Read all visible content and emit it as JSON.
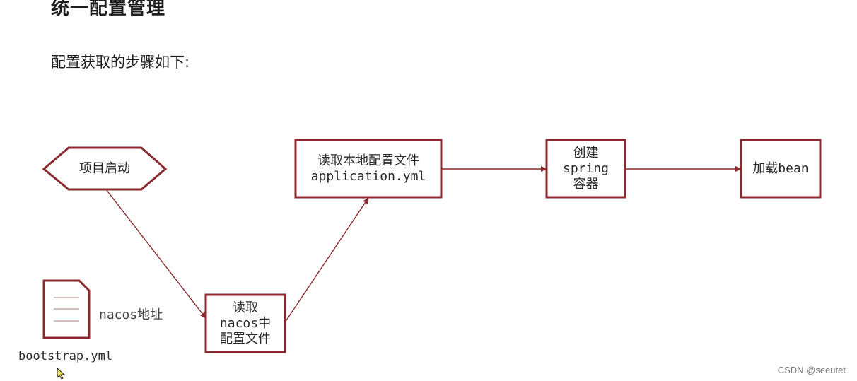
{
  "page": {
    "title": "统一配置管理",
    "subtitle": "配置获取的步骤如下:",
    "watermark": "CSDN @seeutet"
  },
  "colors": {
    "accent": "#8b2a2e",
    "text": "#2a2a2a"
  },
  "nodes": {
    "start": {
      "shape": "hexagon",
      "lines": [
        "项目启动"
      ]
    },
    "read_nacos": {
      "shape": "rect",
      "lines": [
        "读取",
        "nacos中",
        "配置文件"
      ]
    },
    "read_local": {
      "shape": "rect",
      "lines": [
        "读取本地配置文件",
        "application.yml"
      ]
    },
    "create_spring": {
      "shape": "rect",
      "lines": [
        "创建",
        "spring",
        "容器"
      ]
    },
    "load_bean": {
      "shape": "rect",
      "lines": [
        "加载bean"
      ]
    }
  },
  "file": {
    "icon": "document-icon",
    "name": "bootstrap.yml",
    "note": "nacos地址"
  },
  "edges": [
    {
      "from": "start",
      "to": "read_nacos"
    },
    {
      "from": "read_nacos",
      "to": "read_local"
    },
    {
      "from": "read_local",
      "to": "create_spring"
    },
    {
      "from": "create_spring",
      "to": "load_bean"
    }
  ]
}
